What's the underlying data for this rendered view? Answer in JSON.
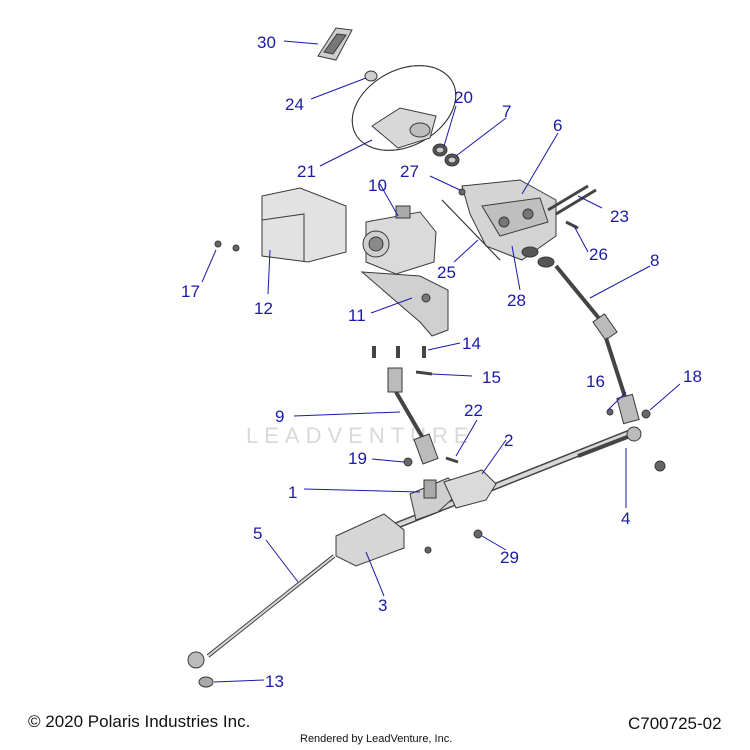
{
  "diagram": {
    "callouts": [
      "1",
      "2",
      "3",
      "4",
      "5",
      "6",
      "7",
      "8",
      "9",
      "10",
      "11",
      "12",
      "13",
      "14",
      "15",
      "16",
      "17",
      "18",
      "19",
      "20",
      "21",
      "22",
      "23",
      "24",
      "25",
      "26",
      "27",
      "28",
      "29",
      "30"
    ]
  },
  "footer": {
    "copyright": "© 2020 Polaris Industries Inc.",
    "rendered_by": "Rendered by LeadVenture, Inc.",
    "diagram_code": "C700725-02"
  },
  "watermark": "LEADVENTURE",
  "colors": {
    "callout": "#1a1aa8",
    "part_fill": "#dcdcdc",
    "part_stroke": "#3a3a3a"
  }
}
